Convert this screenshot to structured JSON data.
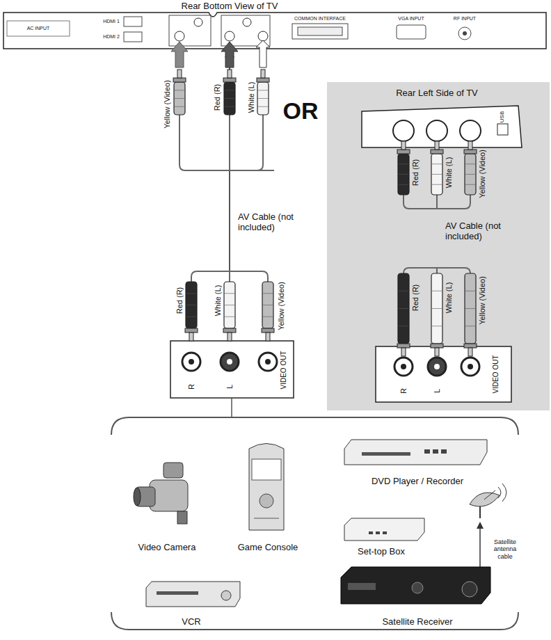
{
  "diagram": {
    "nodes": [
      {
        "text": [
          "Rear Bottom View of TV"
        ]
      },
      {
        "text": [
          "Rear Left Side of TV"
        ]
      },
      {
        "text": [
          "USB"
        ],
        "in": 1
      },
      {
        "text": [
          "R",
          "L",
          "VIDEO OUT"
        ]
      },
      {
        "text": [
          "R",
          "L",
          "VIDEO OUT"
        ],
        "in": 1
      }
    ],
    "edges": [
      {
        "from": 3,
        "to": 0,
        "arrow": "to",
        "label": "AV Cable (not included)"
      },
      {
        "from": 4,
        "to": 2,
        "arrow": "to",
        "label": "AV Cable (not included)"
      }
    ],
    "labels": [
      "AC INPUT",
      "HDMI 1",
      "HDMI 2",
      "COMMON INTERFACE",
      "VGA INPUT",
      "RF INPUT",
      "OR",
      "Yellow (Video)",
      "Red (R)",
      "White (L)",
      "Red (R)",
      "White (L)",
      "Yellow (Video)",
      "Red (R)",
      "White (L)",
      "Yellow (Video)",
      "Red (R)",
      "White (L)",
      "Yellow (Video)",
      "Video Camera",
      "Game Console",
      "DVD Player / Recorder",
      "Set-top Box",
      "Satellite antenna cable",
      "VCR",
      "Satellite Receiver"
    ]
  }
}
